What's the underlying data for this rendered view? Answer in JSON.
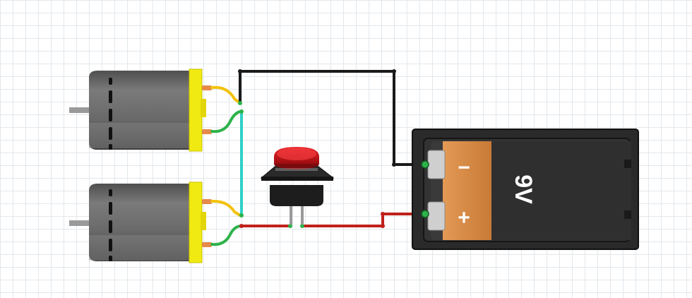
{
  "circuit": {
    "battery": {
      "voltage_label": "9V",
      "minus_symbol": "−",
      "plus_symbol": "+"
    },
    "components": [
      "dc-motor",
      "dc-motor",
      "push-button",
      "9v-battery-holder"
    ],
    "colors": {
      "grid": "#e3e8ec",
      "wire_black": "#1a1a1a",
      "wire_red": "#c0211b",
      "wire_green": "#2db24a",
      "wire_yellow": "#f3c20e",
      "wire_cyan": "#2fd0c7",
      "motor_body": "#6f6f6f",
      "motor_cap": "#f1ea12",
      "button_cap": "#d0121a",
      "battery_label": "#d98a46",
      "holder": "#2a2a2a"
    }
  }
}
